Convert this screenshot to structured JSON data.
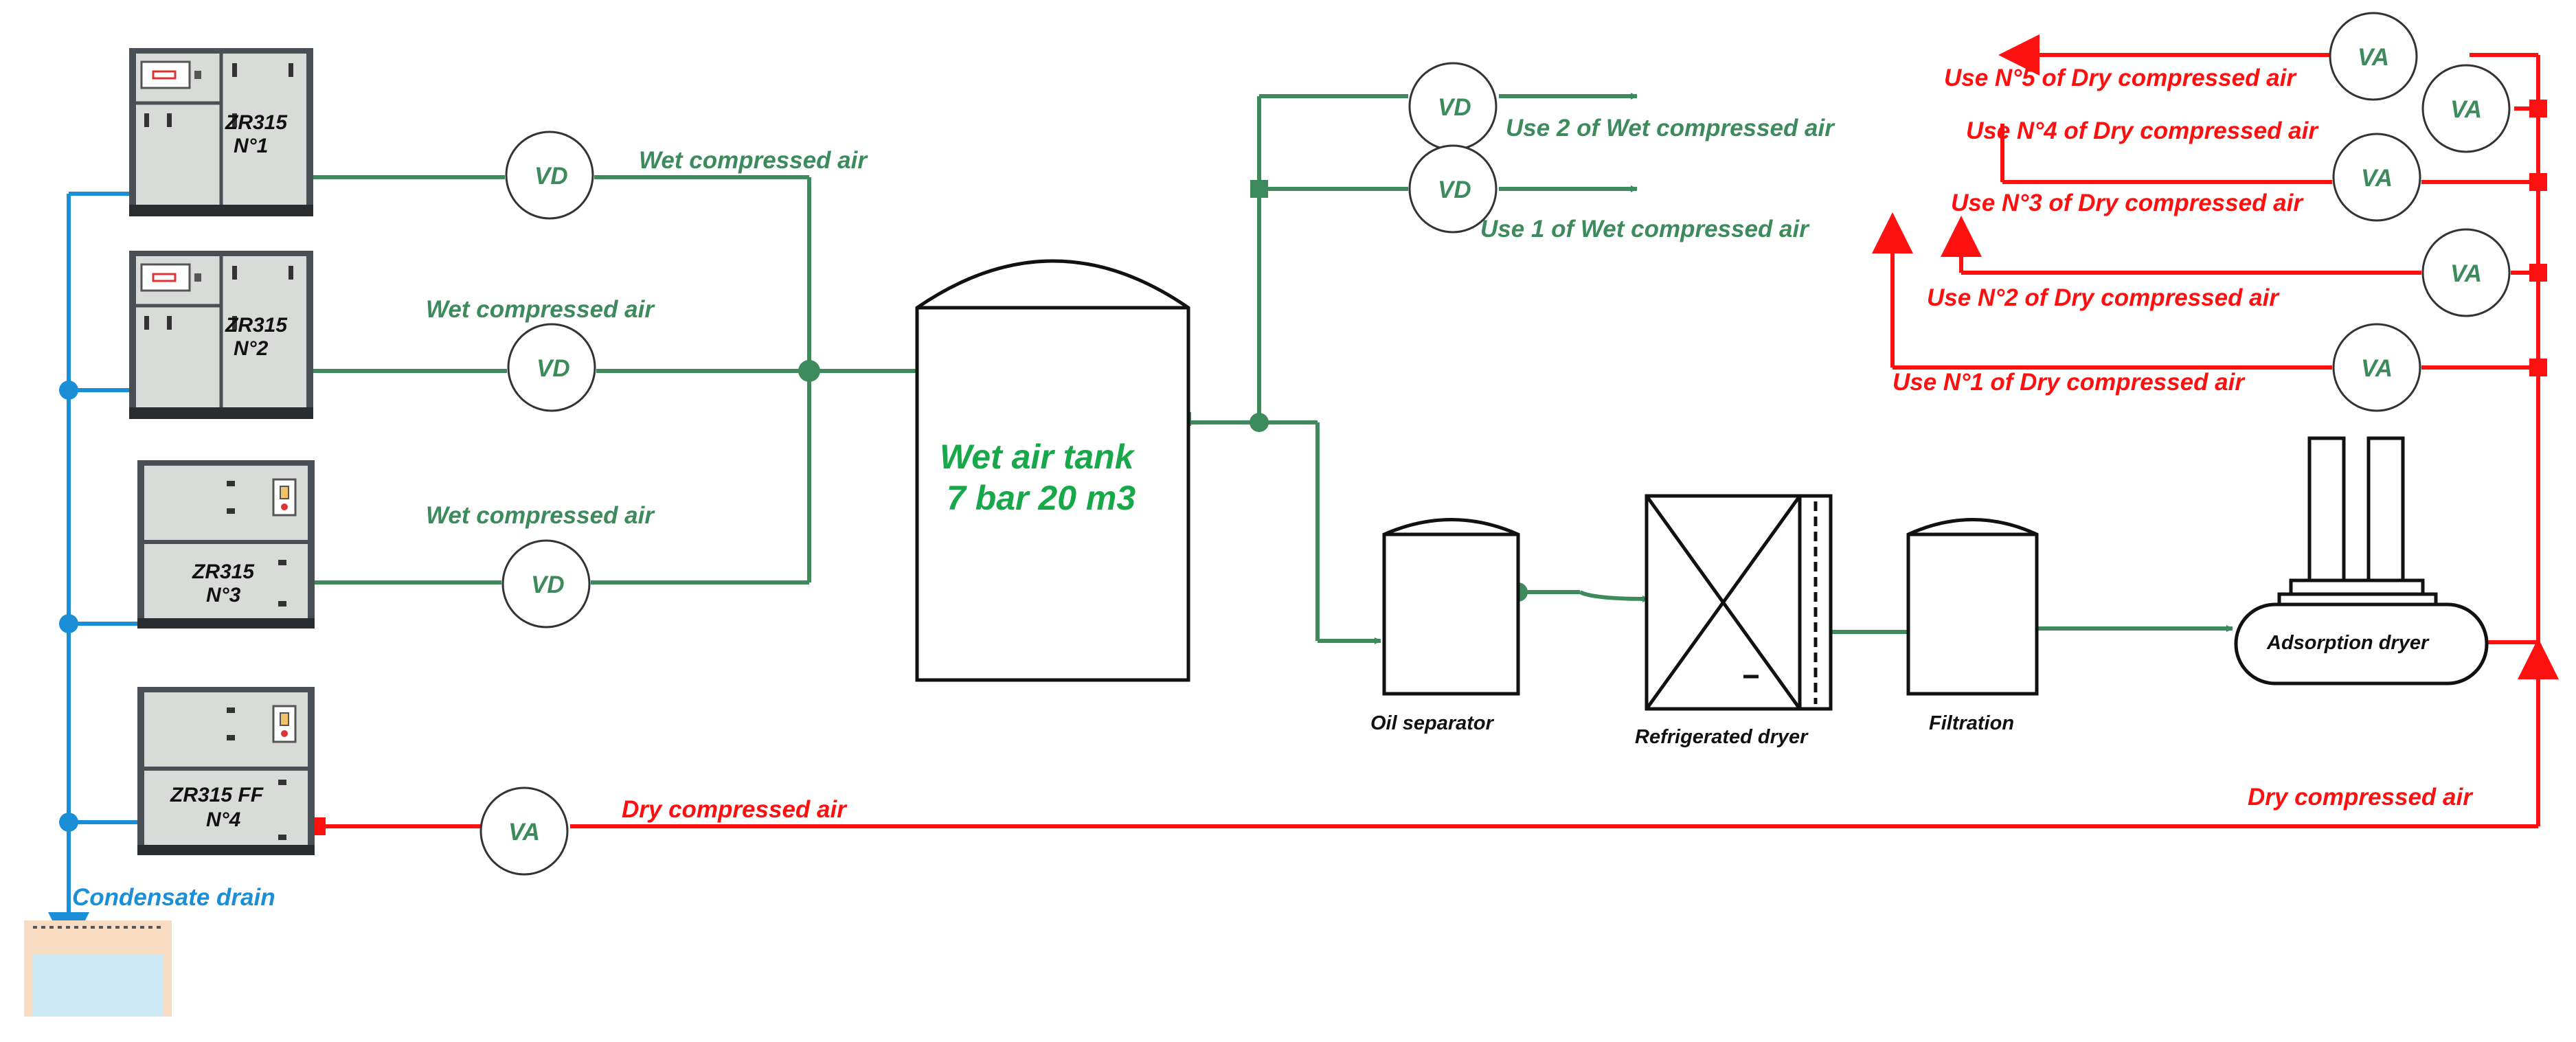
{
  "compressors": [
    {
      "model": "ZR315",
      "number": "N°1"
    },
    {
      "model": "ZR315",
      "number": "N°2"
    },
    {
      "model": "ZR315",
      "number": "N°3"
    },
    {
      "model": "ZR315 FF",
      "number": "N°4"
    }
  ],
  "meters": {
    "wet": "VD",
    "dry": "VA"
  },
  "labels": {
    "wet_air": "Wet compressed air",
    "dry_air": "Dry compressed air",
    "condensate_drain": "Condensate drain",
    "tank_line1": "Wet air tank",
    "tank_line2": "7 bar 20 m3",
    "oil_separator": "Oil separator",
    "refrigerated_dryer": "Refrigerated dryer",
    "filtration": "Filtration",
    "adsorption_dryer": "Adsorption dryer",
    "wet_use_2": "Use 2 of Wet compressed air",
    "wet_use_1": "Use 1 of Wet compressed air",
    "dry_use_5": "Use N°5 of Dry compressed air",
    "dry_use_4": "Use N°4 of Dry compressed air",
    "dry_use_3": "Use N°3 of Dry compressed air",
    "dry_use_2": "Use N°2 of Dry compressed air",
    "dry_use_1": "Use N°1 of Dry compressed air"
  },
  "colors": {
    "wet_line": "#3d8b5c",
    "dry_line": "#ff1010",
    "drain_line": "#1a8fd8",
    "tank_text": "#17a84a"
  }
}
